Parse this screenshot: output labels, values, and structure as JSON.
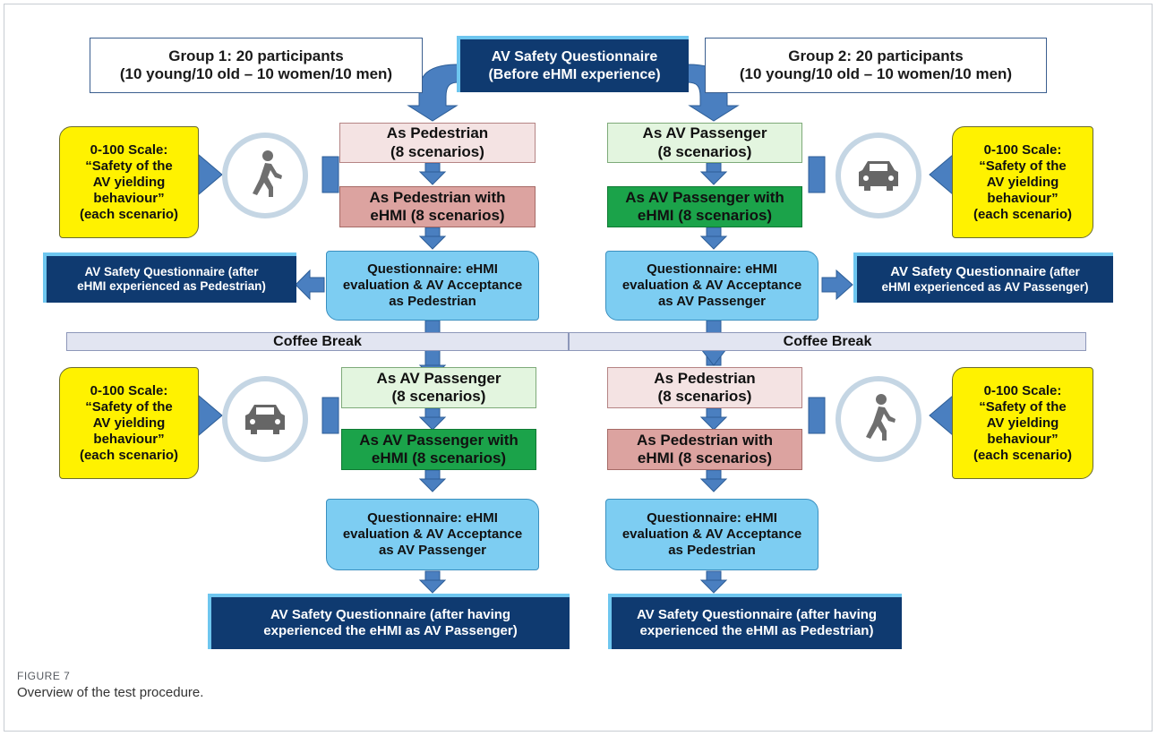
{
  "group1": {
    "line1": "Group 1: 20 participants",
    "line2": "(10 young/10 old – 10 women/10 men)"
  },
  "group2": {
    "line1": "Group 2: 20 participants",
    "line2": "(10 young/10 old – 10 women/10 men)"
  },
  "top_questionnaire": {
    "line1": "AV Safety Questionnaire",
    "line2": "(Before eHMI experience)"
  },
  "left": {
    "phase1": {
      "line1": "As Pedestrian",
      "line2": "(8 scenarios)"
    },
    "phase1_ehmi": {
      "line1": "As Pedestrian with",
      "line2": "eHMI (8 scenarios)"
    },
    "questionnaire1": {
      "line1": "Questionnaire: eHMI",
      "line2": "evaluation & AV Acceptance",
      "line3": "as Pedestrian"
    },
    "safety1": {
      "line1": "AV Safety Questionnaire (after",
      "line2": "eHMI experienced as Pedestrian)"
    },
    "phase2": {
      "line1": "As AV Passenger",
      "line2": "(8 scenarios)"
    },
    "phase2_ehmi": {
      "line1": "As AV Passenger with",
      "line2": "eHMI (8 scenarios)"
    },
    "questionnaire2": {
      "line1": "Questionnaire: eHMI",
      "line2": "evaluation & AV Acceptance",
      "line3": "as AV Passenger"
    },
    "safety2": {
      "line1": "AV Safety Questionnaire (after having",
      "line2": "experienced the eHMI as AV Passenger)"
    }
  },
  "right": {
    "phase1": {
      "line1": "As AV Passenger",
      "line2": "(8 scenarios)"
    },
    "phase1_ehmi": {
      "line1": "As AV Passenger with",
      "line2": "eHMI (8 scenarios)"
    },
    "questionnaire1": {
      "line1": "Questionnaire: eHMI",
      "line2": "evaluation & AV Acceptance",
      "line3": "as AV Passenger"
    },
    "safety1": {
      "line1": "AV Safety Questionnaire",
      "line1_small": " (after",
      "line2": "eHMI experienced as AV Passenger)"
    },
    "phase2": {
      "line1": "As Pedestrian",
      "line2": "(8 scenarios)"
    },
    "phase2_ehmi": {
      "line1": "As Pedestrian with",
      "line2": "eHMI (8 scenarios)"
    },
    "questionnaire2": {
      "line1": "Questionnaire: eHMI",
      "line2": "evaluation & AV Acceptance",
      "line3": "as Pedestrian"
    },
    "safety2": {
      "line1": "AV Safety Questionnaire (after having",
      "line2": "experienced the eHMI as Pedestrian)"
    }
  },
  "scale": {
    "line1": "0-100 Scale:",
    "line2": "“Safety of the",
    "line3": "AV yielding",
    "line4": "behaviour”",
    "line5": "(each scenario)"
  },
  "coffee_break": "Coffee Break",
  "figure_label": "FIGURE 7",
  "figure_caption": "Overview of the test procedure.",
  "icons": [
    "pedestrian-icon",
    "car-icon"
  ],
  "colors": {
    "navy": "#0f3a70",
    "arrow": "#4a7fc0",
    "questionnaire": "#7dcdf2",
    "scale": "#fff200",
    "ehmi_pedestrian": "#dca3a0",
    "ehmi_passenger": "#1ba34a"
  }
}
